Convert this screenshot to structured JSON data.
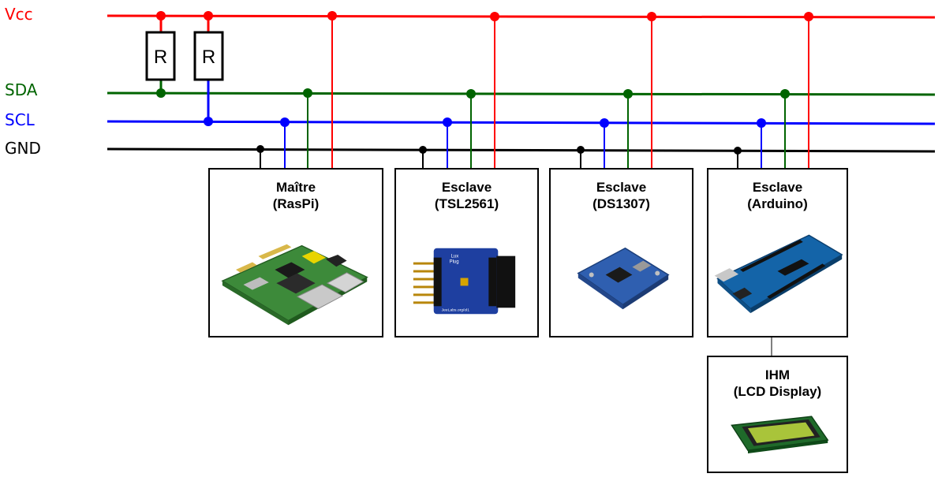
{
  "buses": {
    "vcc": {
      "label": "Vcc",
      "color": "#ff0000"
    },
    "sda": {
      "label": "SDA",
      "color": "#006400"
    },
    "scl": {
      "label": "SCL",
      "color": "#0000ff"
    },
    "gnd": {
      "label": "GND",
      "color": "#000000"
    }
  },
  "resistors": [
    {
      "label": "R"
    },
    {
      "label": "R"
    }
  ],
  "devices": {
    "master": {
      "role": "Maître",
      "name": "(RasPi)",
      "icon": "raspberry-pi-board-icon"
    },
    "slave_tsl": {
      "role": "Esclave",
      "name": "(TSL2561)",
      "icon": "light-sensor-module-icon",
      "pcb_text_1": "Lux",
      "pcb_text_2": "Plug",
      "pcb_text_3": "JeeLabs.org/ol1"
    },
    "slave_ds": {
      "role": "Esclave",
      "name": "(DS1307)",
      "icon": "rtc-module-icon"
    },
    "slave_arduino": {
      "role": "Esclave",
      "name": "(Arduino)",
      "icon": "arduino-board-icon"
    },
    "hmi": {
      "role": "IHM",
      "name": "(LCD Display)",
      "icon": "lcd-display-icon"
    }
  }
}
